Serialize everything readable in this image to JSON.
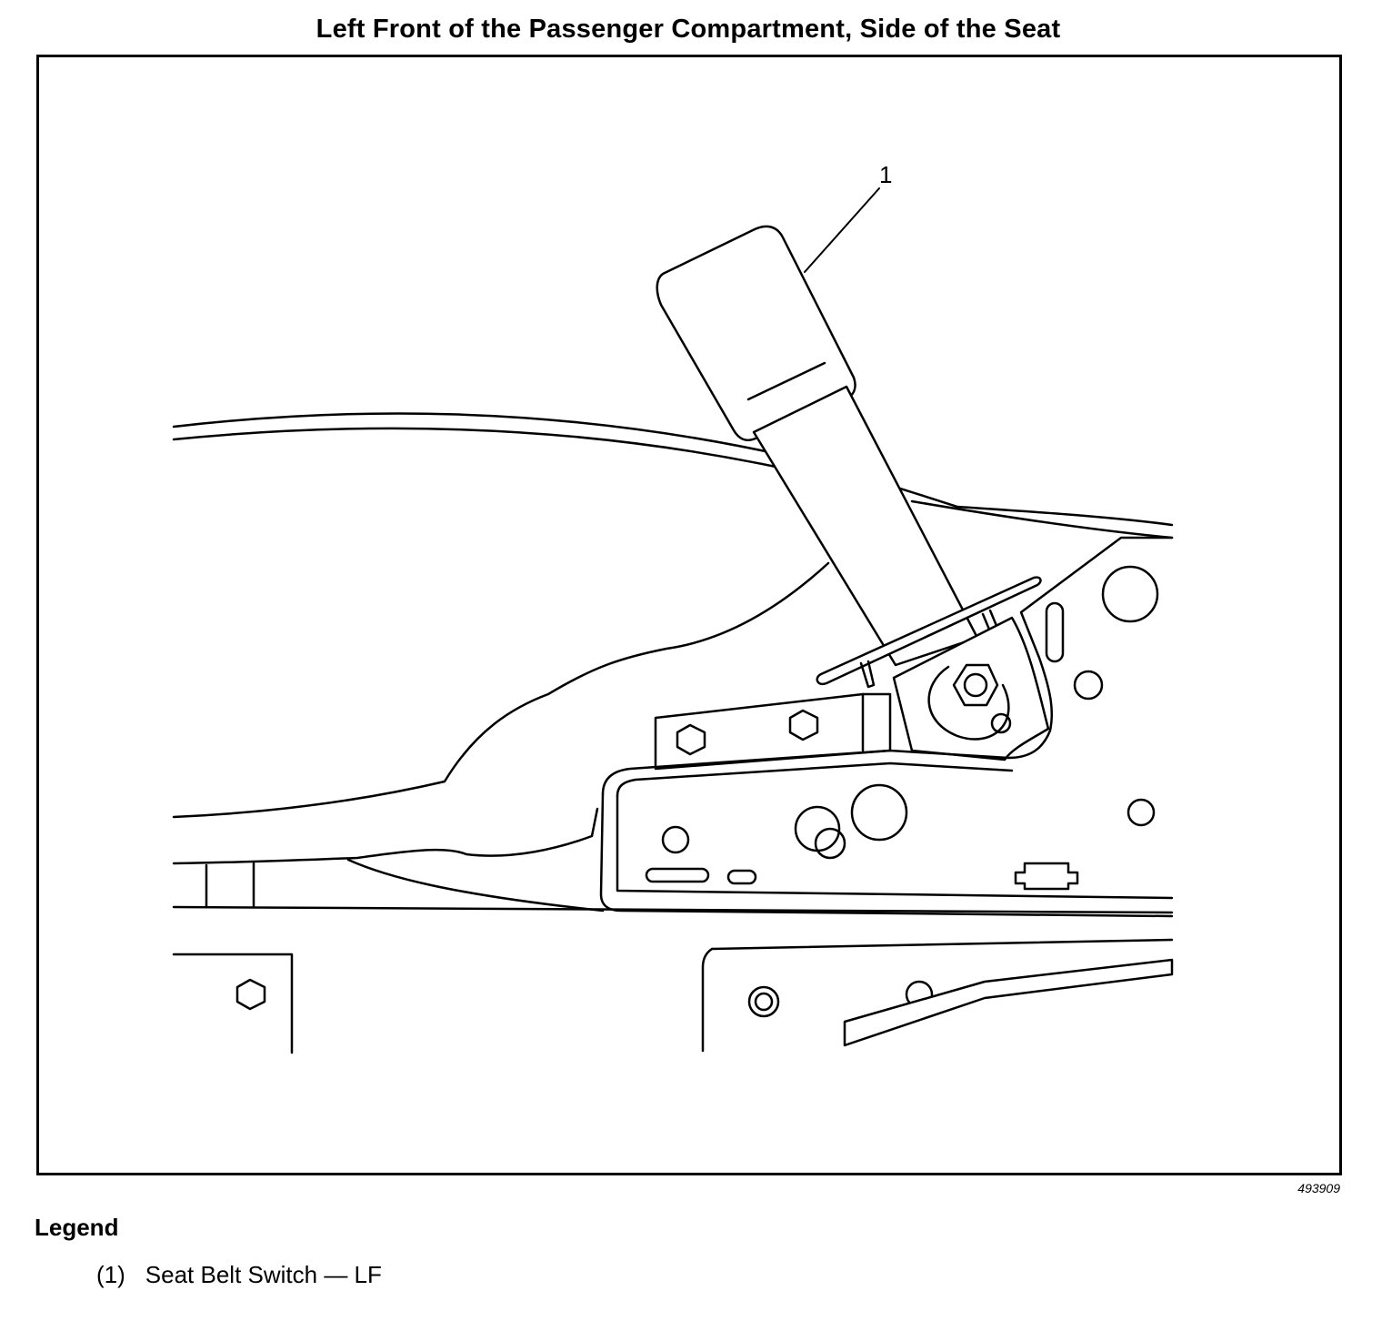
{
  "title": "Left Front of the Passenger Compartment, Side of the Seat",
  "figure_id": "493909",
  "callouts": [
    {
      "number": "1"
    }
  ],
  "legend": {
    "heading": "Legend",
    "items": [
      {
        "number": "(1)",
        "label": "Seat Belt Switch — LF"
      }
    ]
  }
}
